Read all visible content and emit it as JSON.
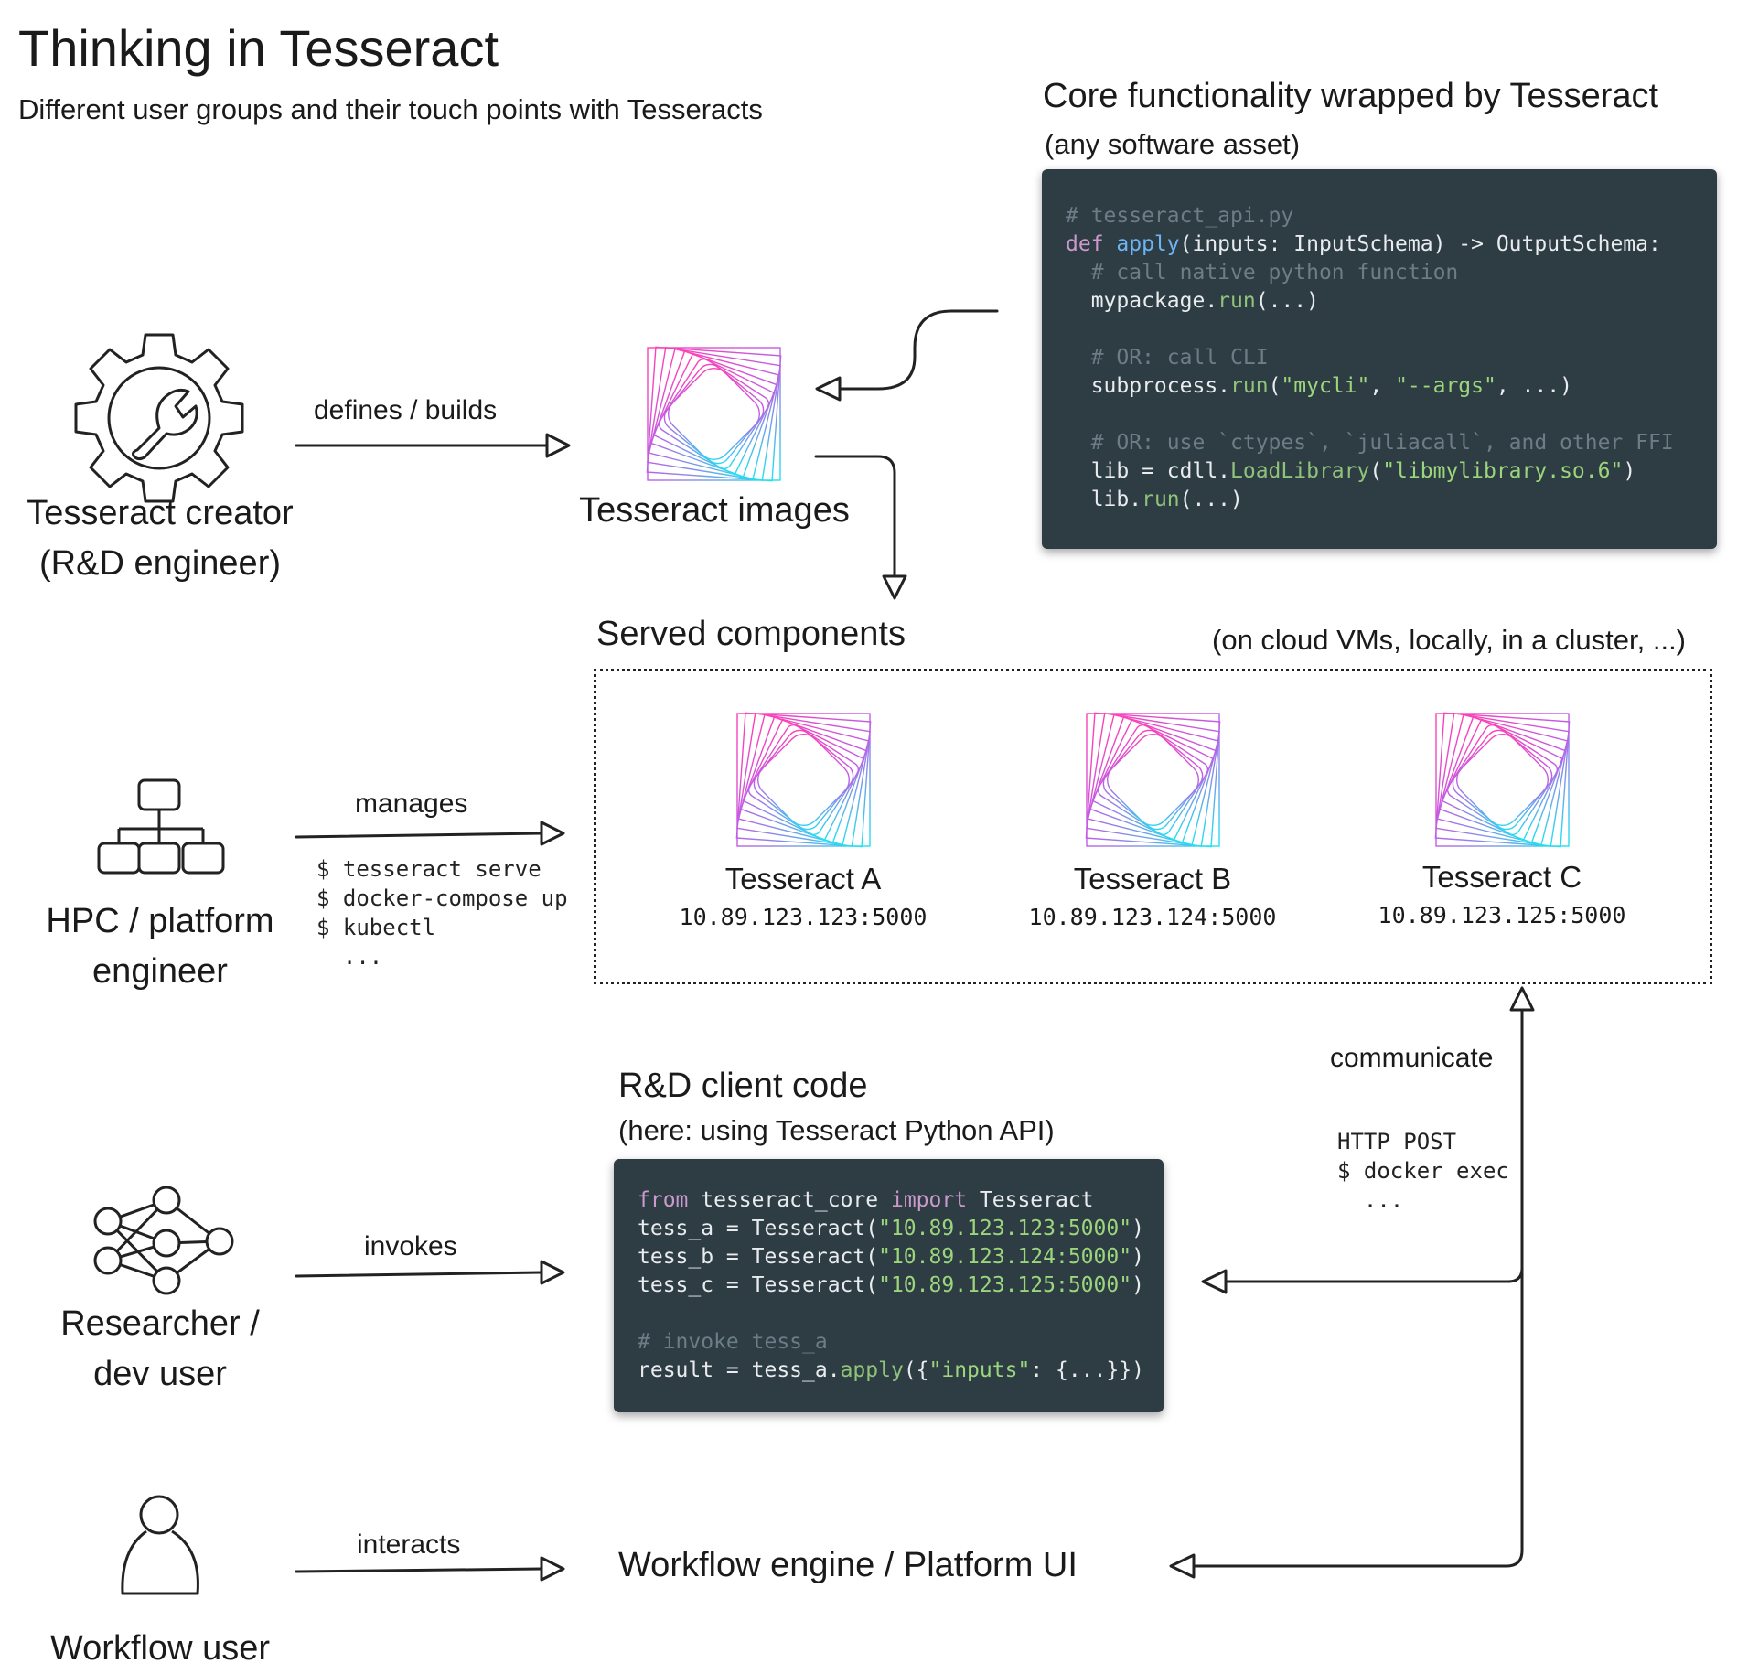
{
  "title": "Thinking in Tesseract",
  "subtitle": "Different user groups and their touch points with Tesseracts",
  "core": {
    "title": "Core functionality wrapped by Tesseract",
    "subtitle": "(any software asset)",
    "code": [
      [
        {
          "t": "# tesseract_api.py",
          "c": "cm"
        }
      ],
      [
        {
          "t": "def ",
          "c": "kw"
        },
        {
          "t": "apply",
          "c": "fn"
        },
        {
          "t": "(inputs: InputSchema) -> OutputSchema:",
          "c": ""
        }
      ],
      [
        {
          "t": "  # call native python function",
          "c": "cm"
        }
      ],
      [
        {
          "t": "  mypackage.",
          "c": ""
        },
        {
          "t": "run",
          "c": "call"
        },
        {
          "t": "(...)",
          "c": ""
        }
      ],
      [
        {
          "t": "",
          "c": ""
        }
      ],
      [
        {
          "t": "  # OR: call CLI",
          "c": "cm"
        }
      ],
      [
        {
          "t": "  subprocess.",
          "c": ""
        },
        {
          "t": "run",
          "c": "call"
        },
        {
          "t": "(",
          "c": ""
        },
        {
          "t": "\"mycli\"",
          "c": "str"
        },
        {
          "t": ", ",
          "c": ""
        },
        {
          "t": "\"--args\"",
          "c": "str"
        },
        {
          "t": ", ...)",
          "c": ""
        }
      ],
      [
        {
          "t": "",
          "c": ""
        }
      ],
      [
        {
          "t": "  # OR: use `ctypes`, `juliacall`, and other FFI",
          "c": "cm"
        }
      ],
      [
        {
          "t": "  lib = cdll.",
          "c": ""
        },
        {
          "t": "LoadLibrary",
          "c": "call"
        },
        {
          "t": "(",
          "c": ""
        },
        {
          "t": "\"libmylibrary.so.6\"",
          "c": "str"
        },
        {
          "t": ")",
          "c": ""
        }
      ],
      [
        {
          "t": "  lib.",
          "c": ""
        },
        {
          "t": "run",
          "c": "call"
        },
        {
          "t": "(...)",
          "c": ""
        }
      ]
    ]
  },
  "roles": {
    "creator": "Tesseract creator\n(R&D engineer)",
    "hpc": "HPC / platform\nengineer",
    "researcher": "Researcher /\ndev user",
    "workflow": "Workflow user"
  },
  "edges": {
    "defines": "defines / builds",
    "manages": "manages",
    "manages_cmds": "$ tesseract serve\n$ docker-compose up\n$ kubectl\n  ...",
    "invokes": "invokes",
    "interacts": "interacts",
    "communicate": "communicate",
    "communicate_cmds": "HTTP POST\n$ docker exec\n  ..."
  },
  "images_label": "Tesseract images",
  "served": {
    "title": "Served components",
    "note": "(on cloud VMs, locally, in a cluster, ...)",
    "items": [
      {
        "name": "Tesseract A",
        "addr": "10.89.123.123:5000"
      },
      {
        "name": "Tesseract B",
        "addr": "10.89.123.124:5000"
      },
      {
        "name": "Tesseract C",
        "addr": "10.89.123.125:5000"
      }
    ]
  },
  "client": {
    "title": "R&D client code",
    "subtitle": "(here: using Tesseract Python API)",
    "code": [
      [
        {
          "t": "from ",
          "c": "kw"
        },
        {
          "t": "tesseract_core ",
          "c": ""
        },
        {
          "t": "import ",
          "c": "kw"
        },
        {
          "t": "Tesseract",
          "c": ""
        }
      ],
      [
        {
          "t": "tess_a = Tesseract(",
          "c": ""
        },
        {
          "t": "\"10.89.123.123:5000\"",
          "c": "str"
        },
        {
          "t": ")",
          "c": ""
        }
      ],
      [
        {
          "t": "tess_b = Tesseract(",
          "c": ""
        },
        {
          "t": "\"10.89.123.124:5000\"",
          "c": "str"
        },
        {
          "t": ")",
          "c": ""
        }
      ],
      [
        {
          "t": "tess_c = Tesseract(",
          "c": ""
        },
        {
          "t": "\"10.89.123.125:5000\"",
          "c": "str"
        },
        {
          "t": ")",
          "c": ""
        }
      ],
      [
        {
          "t": "",
          "c": ""
        }
      ],
      [
        {
          "t": "# invoke tess_a",
          "c": "cm"
        }
      ],
      [
        {
          "t": "result = tess_a.",
          "c": ""
        },
        {
          "t": "apply",
          "c": "call"
        },
        {
          "t": "({",
          "c": ""
        },
        {
          "t": "\"inputs\"",
          "c": "str"
        },
        {
          "t": ": {...}})",
          "c": ""
        }
      ]
    ]
  },
  "workflow_engine": "Workflow engine / Platform UI",
  "colors": {
    "pink": "#ff3fb6",
    "cyan": "#1fe3f0",
    "code_bg": "#2e3c44"
  }
}
